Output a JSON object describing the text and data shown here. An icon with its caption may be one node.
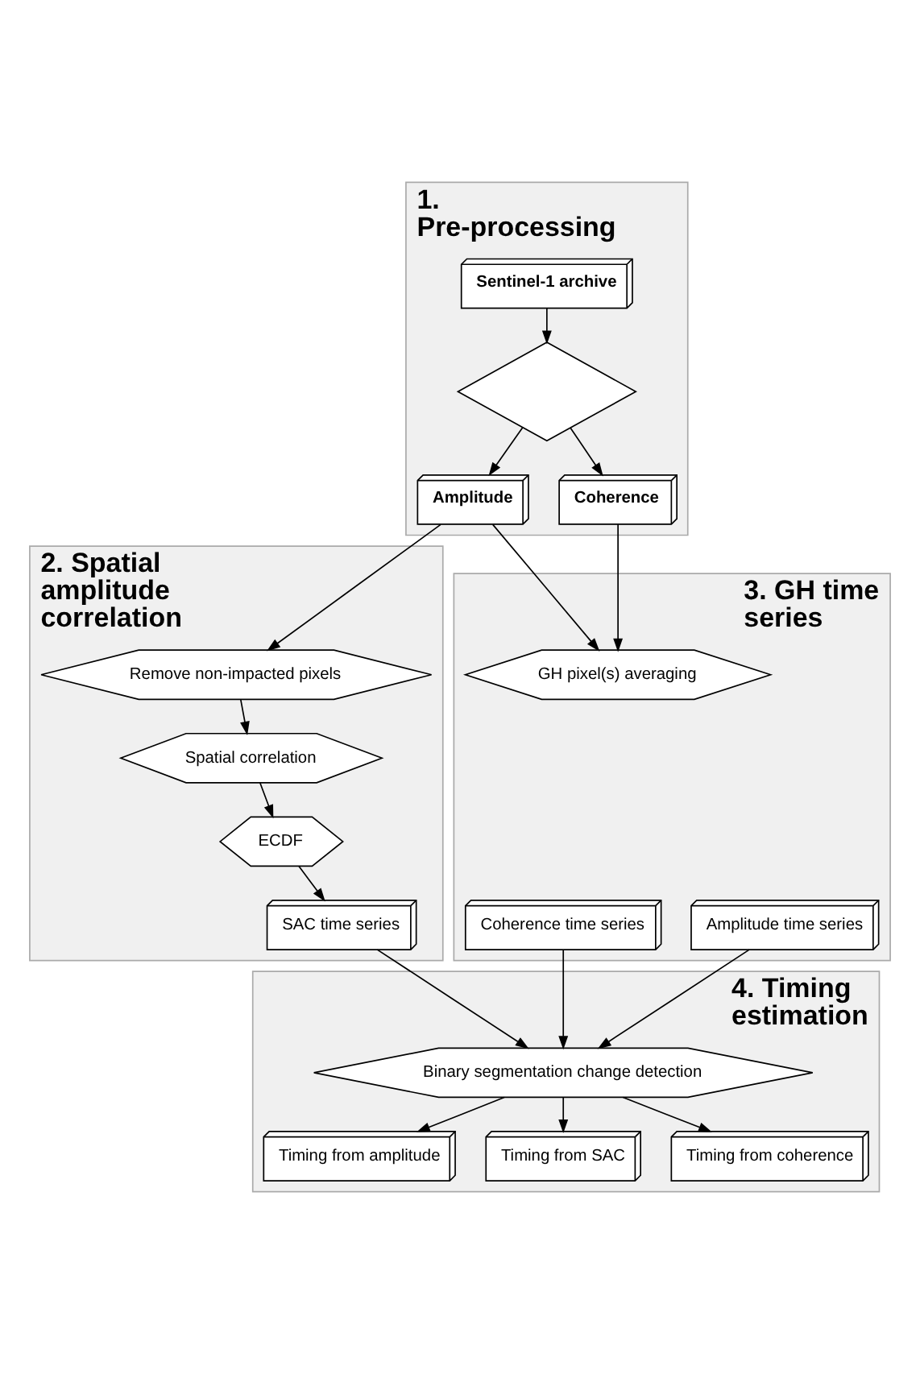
{
  "diagram": {
    "nodes": [
      {
        "text": [
          "1. Pre-processing"
        ]
      },
      {
        "text": [
          "Sentinel-1 archive"
        ],
        "in": 0
      },
      {
        "text": [],
        "shape": "diamond",
        "in": 0
      },
      {
        "text": [
          "Amplitude"
        ],
        "in": 0
      },
      {
        "text": [
          "Coherence"
        ],
        "in": 0
      },
      {
        "text": [
          "2. Spatial amplitude correlation"
        ]
      },
      {
        "text": [
          "Remove non-impacted pixels"
        ],
        "in": 5
      },
      {
        "text": [
          "Spatial correlation"
        ],
        "in": 5
      },
      {
        "text": [
          "ECDF"
        ],
        "in": 5
      },
      {
        "text": [
          "SAC time series"
        ],
        "in": 5
      },
      {
        "text": [
          "3. GH time series"
        ]
      },
      {
        "text": [
          "GH pixel(s) averaging"
        ],
        "in": 10
      },
      {
        "text": [
          "Amplitude time series"
        ],
        "in": 10
      },
      {
        "text": [
          "Coherence time series"
        ],
        "in": 10
      },
      {
        "text": [
          "4. Timing estimation"
        ]
      },
      {
        "text": [
          "Binary segmentation change detection"
        ],
        "in": 14
      },
      {
        "text": [
          "Timing from amplitude"
        ],
        "in": 14
      },
      {
        "text": [
          "Timing from SAC"
        ],
        "in": 14
      },
      {
        "text": [
          "Timing from coherence"
        ],
        "in": 14
      }
    ],
    "edges": [
      {
        "from": 1,
        "to": 2,
        "arrow": "to"
      },
      {
        "from": 2,
        "to": 3,
        "arrow": "to"
      },
      {
        "from": 2,
        "to": 4,
        "arrow": "to"
      },
      {
        "from": 3,
        "to": 6,
        "arrow": "to"
      },
      {
        "from": 3,
        "to": 11,
        "arrow": "to"
      },
      {
        "from": 4,
        "to": 11,
        "arrow": "to"
      },
      {
        "from": 6,
        "to": 7,
        "arrow": "to"
      },
      {
        "from": 7,
        "to": 8,
        "arrow": "to"
      },
      {
        "from": 8,
        "to": 9,
        "arrow": "to"
      },
      {
        "from": 9,
        "to": 15,
        "arrow": "to"
      },
      {
        "from": 12,
        "to": 15,
        "arrow": "to"
      },
      {
        "from": 13,
        "to": 15,
        "arrow": "to"
      },
      {
        "from": 15,
        "to": 16,
        "arrow": "to"
      },
      {
        "from": 15,
        "to": 17,
        "arrow": "to"
      },
      {
        "from": 15,
        "to": 18,
        "arrow": "to"
      }
    ]
  }
}
